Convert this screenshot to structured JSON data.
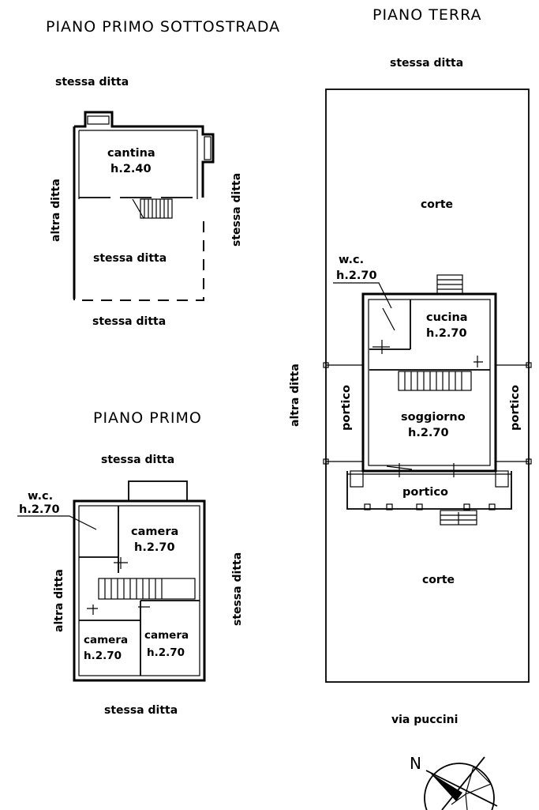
{
  "basement": {
    "title": "PIANO PRIMO SOTTOSTRADA",
    "top": "stessa ditta",
    "left": "altra ditta",
    "right": "stessa ditta",
    "bottom": "stessa ditta",
    "inside": "stessa ditta",
    "room": {
      "name": "cantina",
      "height": "h.2.40"
    }
  },
  "first_floor": {
    "title": "PIANO PRIMO",
    "top": "stessa ditta",
    "left": "altra ditta",
    "right": "stessa ditta",
    "bottom": "stessa ditta",
    "wc": {
      "name": "w.c.",
      "height": "h.2.70"
    },
    "camera_main": {
      "name": "camera",
      "height": "h.2.70"
    },
    "camera_left": {
      "name": "camera",
      "height": "h.2.70"
    },
    "camera_right": {
      "name": "camera",
      "height": "h.2.70"
    }
  },
  "ground_floor": {
    "title": "PIANO TERRA",
    "top": "stessa ditta",
    "left": "altra ditta",
    "bottom": "via puccini",
    "corte_top": "corte",
    "corte_bottom": "corte",
    "wc": {
      "name": "w.c.",
      "height": "h.2.70"
    },
    "cucina": {
      "name": "cucina",
      "height": "h.2.70"
    },
    "soggiorno": {
      "name": "soggiorno",
      "height": "h.2.70"
    },
    "portico_left": "portico",
    "portico_right": "portico",
    "portico_front": "portico"
  },
  "compass": {
    "north": "N",
    "icon": "north-arrow-compass"
  }
}
